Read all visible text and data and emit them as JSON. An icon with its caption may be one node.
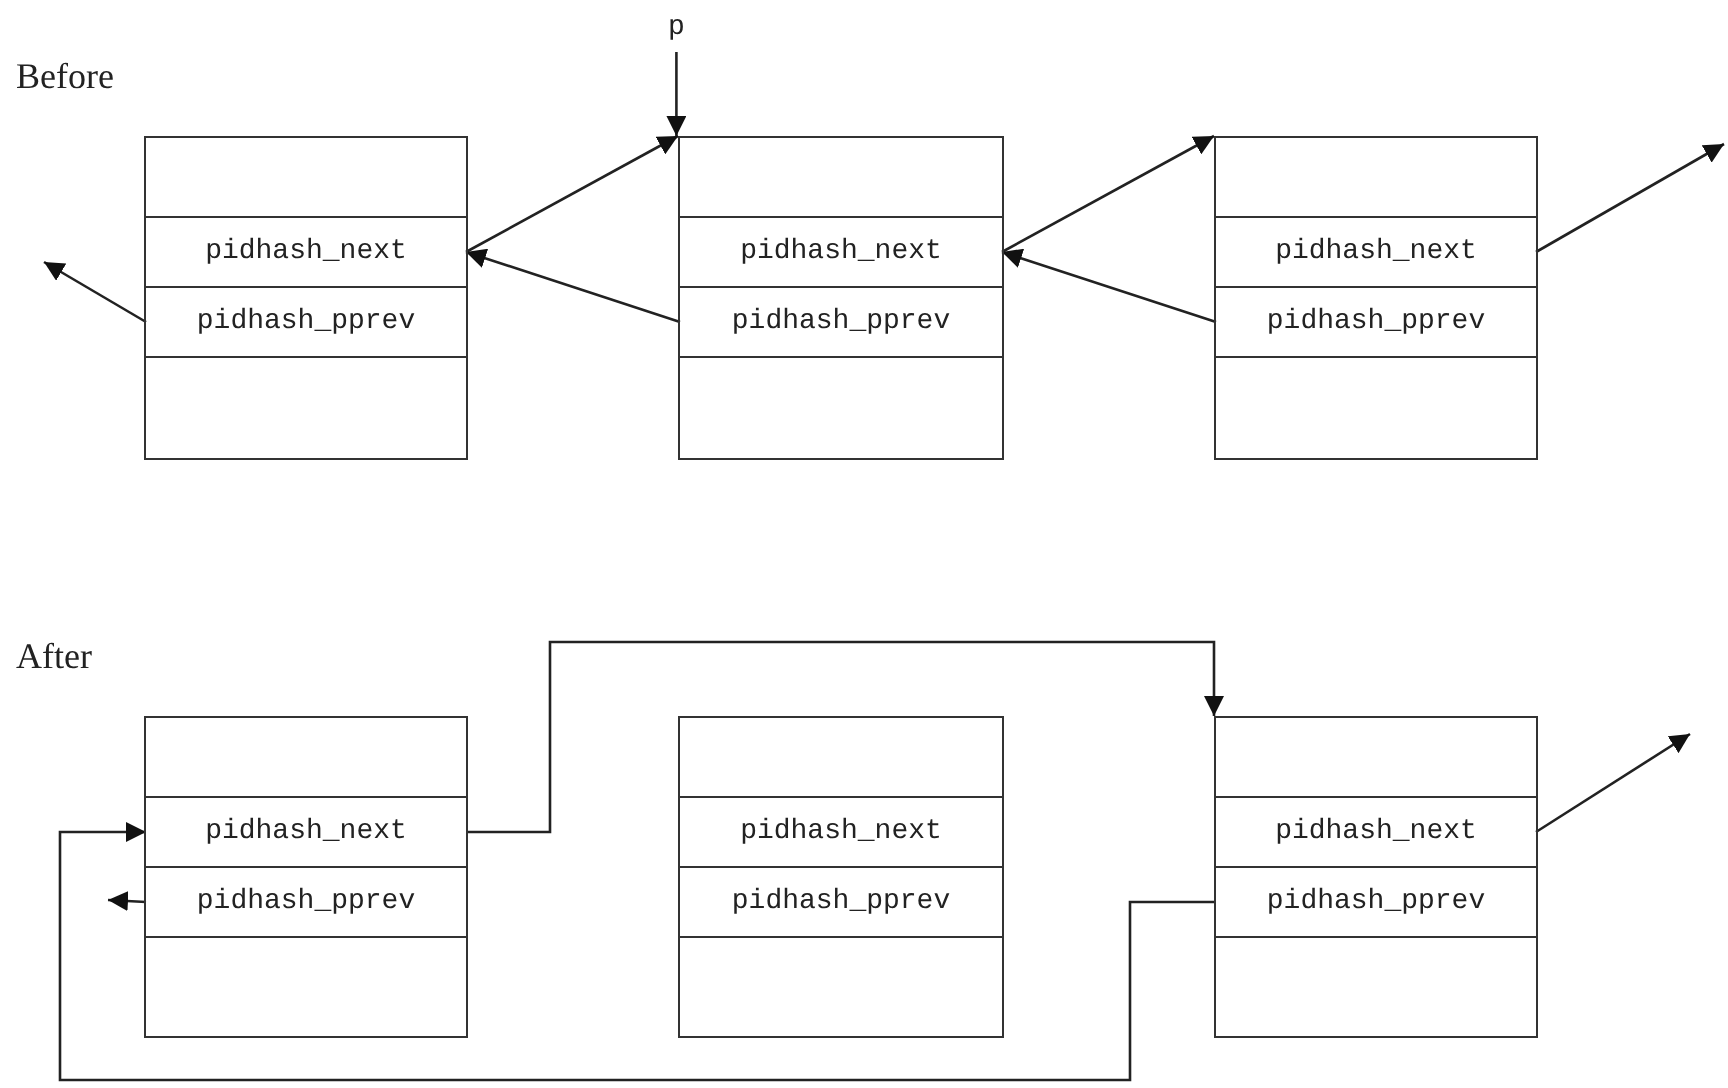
{
  "diagram": {
    "nodes": [
      {
        "text": [],
        "shape": "box"
      },
      {
        "text": [
          "pidhash_next"
        ],
        "in": 0
      },
      {
        "text": [
          "pidhash_pprev"
        ],
        "in": 0
      },
      {
        "text": [],
        "shape": "box"
      },
      {
        "text": [
          "pidhash_next"
        ],
        "in": 3
      },
      {
        "text": [
          "pidhash_pprev"
        ],
        "in": 3
      },
      {
        "text": [],
        "shape": "box"
      },
      {
        "text": [
          "pidhash_next"
        ],
        "in": 6
      },
      {
        "text": [
          "pidhash_pprev"
        ],
        "in": 6
      },
      {
        "text": [
          "p"
        ]
      },
      {
        "text": [],
        "shape": "box"
      },
      {
        "text": [
          "pidhash_next"
        ],
        "in": 10
      },
      {
        "text": [
          "pidhash_pprev"
        ],
        "in": 10
      },
      {
        "text": [],
        "shape": "box"
      },
      {
        "text": [
          "pidhash_next"
        ],
        "in": 13
      },
      {
        "text": [
          "pidhash_pprev"
        ],
        "in": 13
      },
      {
        "text": [],
        "shape": "box"
      },
      {
        "text": [
          "pidhash_next"
        ],
        "in": 16
      },
      {
        "text": [
          "pidhash_pprev"
        ],
        "in": 16
      }
    ],
    "edges": [
      {
        "from": 2,
        "to": null,
        "arrow": "to"
      },
      {
        "from": 1,
        "to": 3,
        "arrow": "to"
      },
      {
        "from": 5,
        "to": 1,
        "arrow": "to"
      },
      {
        "from": 4,
        "to": 6,
        "arrow": "to"
      },
      {
        "from": 8,
        "to": 4,
        "arrow": "to"
      },
      {
        "from": 7,
        "to": null,
        "arrow": "to"
      },
      {
        "from": 9,
        "to": 3,
        "arrow": "to"
      },
      {
        "from": 12,
        "to": null,
        "arrow": "to"
      },
      {
        "from": 11,
        "to": 16,
        "arrow": "to"
      },
      {
        "from": 18,
        "to": 11,
        "arrow": "to"
      },
      {
        "from": 17,
        "to": null,
        "arrow": "to"
      }
    ],
    "labels": [
      "Before",
      "After"
    ]
  }
}
